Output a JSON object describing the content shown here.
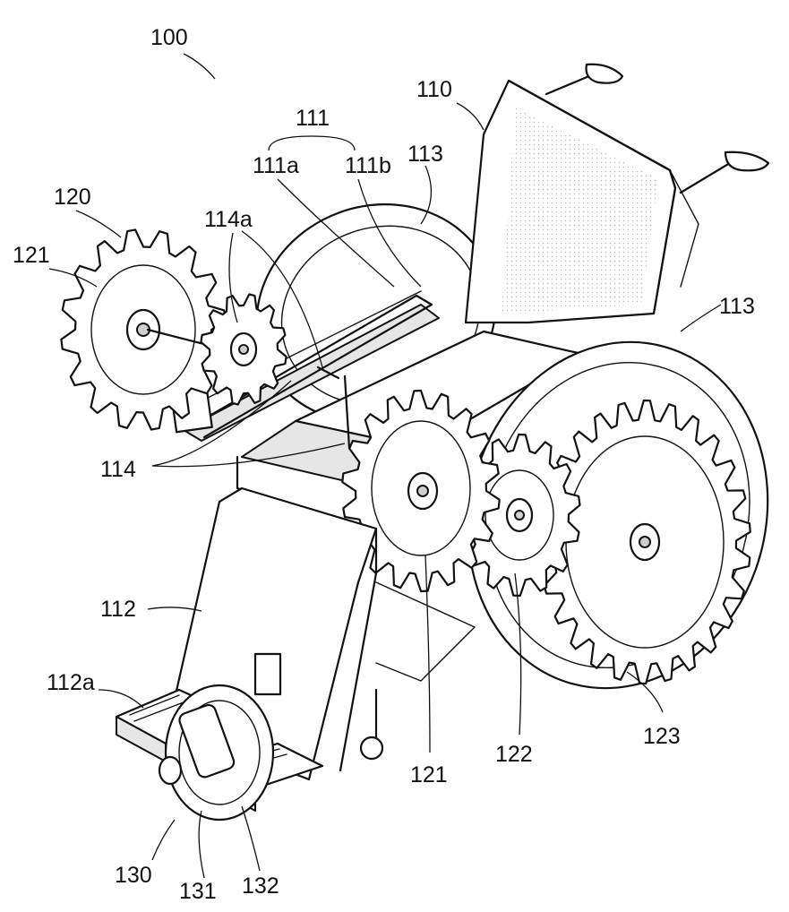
{
  "labels": {
    "l100": "100",
    "l110": "110",
    "l111": "111",
    "l111a": "111a",
    "l111b": "111b",
    "l113_top": "113",
    "l113_right": "113",
    "l120": "120",
    "l121_left": "121",
    "l114a": "114a",
    "l114": "114",
    "l112": "112",
    "l112a": "112a",
    "l121_bottom": "121",
    "l122": "122",
    "l123": "123",
    "l130": "130",
    "l131": "131",
    "l132": "132"
  }
}
